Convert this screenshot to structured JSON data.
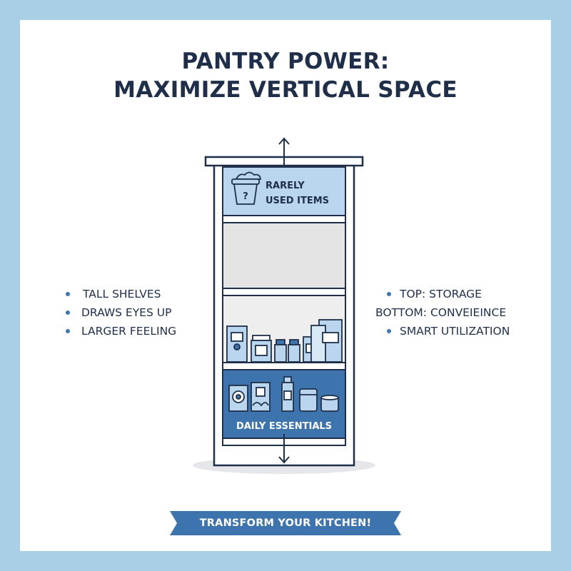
{
  "title": {
    "line1": "PANTRY POWER:",
    "line2": "MAXIMIZE VERTICAL SPACE"
  },
  "shelf": {
    "top_label_line1": "RARELY",
    "top_label_line2": "USED ITEMS",
    "bottom_label": "DAILY ESSENTIALS",
    "top_icon": "question-basket-icon",
    "up_arrow_icon": "up-arrow-icon",
    "down_arrow_icon": "down-arrow-icon"
  },
  "left_points": [
    "TALL SHELVES",
    "DRAWS EYES UP",
    "LARGER FEELING"
  ],
  "right_points": [
    "TOP: STORAGE",
    "BOTTOM: CONVEIEINCE",
    "SMART UTILIZATION"
  ],
  "banner": {
    "label": "TRANSFORM YOUR KITCHEN!"
  },
  "colors": {
    "frame_bg": "#a8cfe6",
    "navy": "#1f2f4a",
    "light_blue": "#b9d6ee",
    "mid_blue": "#3d74ad",
    "grey_shelf": "#e4e4e4",
    "banner": "#3d74ad"
  }
}
